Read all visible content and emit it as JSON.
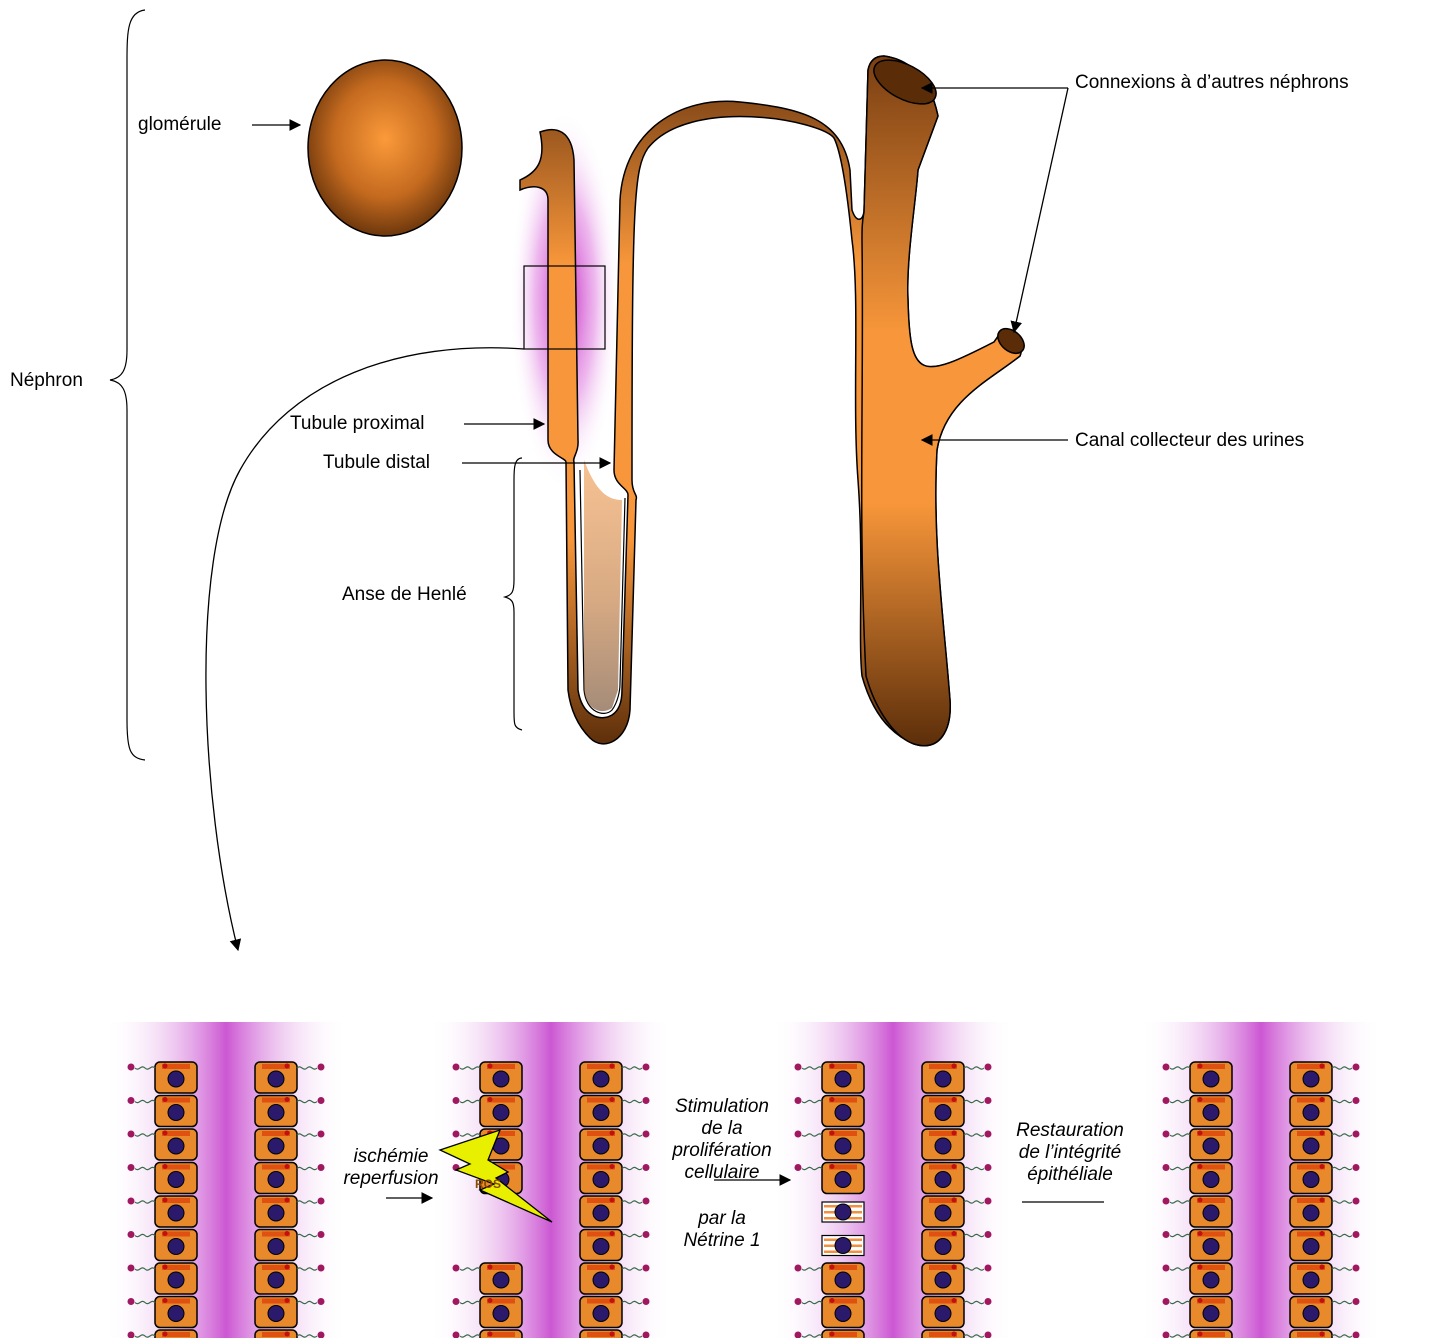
{
  "labels": {
    "nephron": "Néphron",
    "glomerule": "glomérule",
    "tubule_proximal": "Tubule proximal",
    "tubule_distal": "Tubule distal",
    "anse_henle": "Anse de Henlé",
    "connexions": "Connexions à d’autres néphrons",
    "canal_collecteur": "Canal collecteur des urines"
  },
  "steps": {
    "ischemie": "ischémie",
    "reperfusion": "reperfusion",
    "ros": "ROS",
    "stimulation_1": "Stimulation",
    "stimulation_2": "de la",
    "stimulation_3": "prolifération",
    "stimulation_4": "cellulaire",
    "netrine_1": "par la",
    "netrine_2": "Nétrine   1",
    "restauration_1": "Restauration",
    "restauration_2": "de l’intégrité",
    "restauration_3": "épithéliale"
  },
  "colors": {
    "tube_light": "#f7963a",
    "tube_dark": "#5c2e0a",
    "cell_fill": "#e8892b",
    "nucleus": "#2b1a6b",
    "glow": "#c832c8",
    "lightning": "#e8f000"
  }
}
